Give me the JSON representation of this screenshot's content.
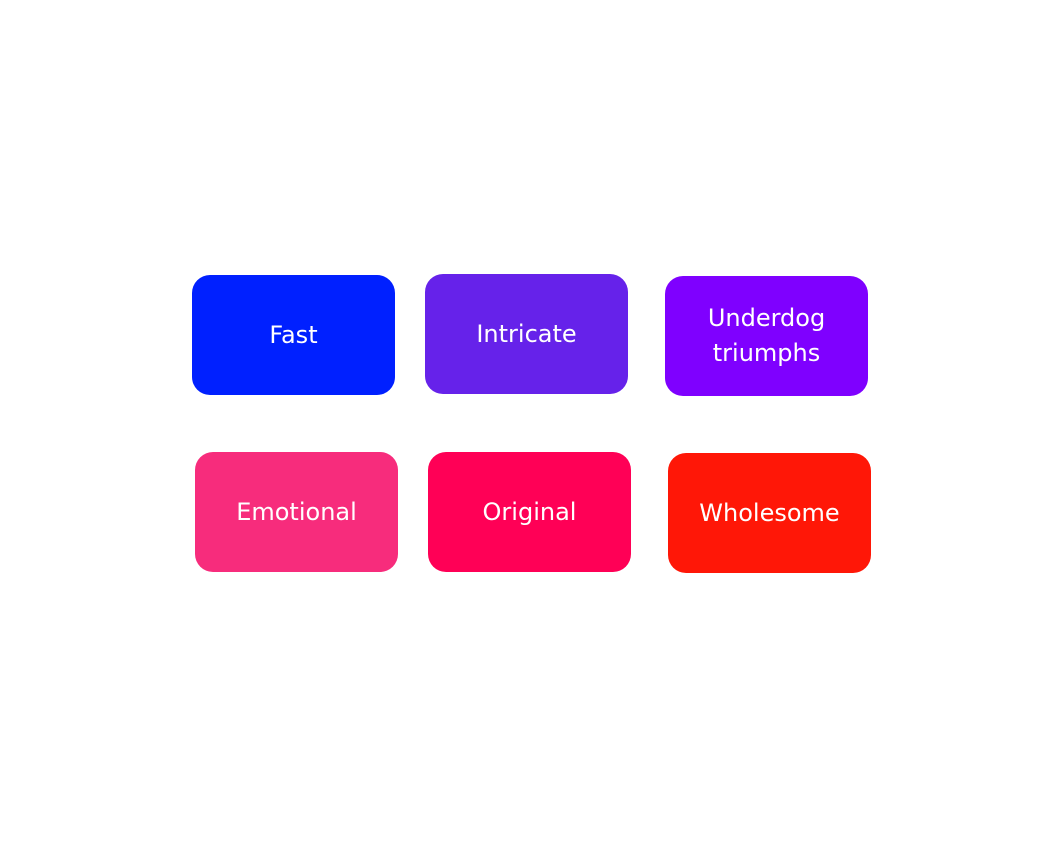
{
  "tiles": [
    {
      "label": "Fast",
      "color": "#0020FF"
    },
    {
      "label": "Intricate",
      "color": "#6622EA"
    },
    {
      "label": "Underdog triumphs",
      "color": "#7F00FF"
    },
    {
      "label": "Emotional",
      "color": "#F72C7C"
    },
    {
      "label": "Original",
      "color": "#FF0056"
    },
    {
      "label": "Wholesome",
      "color": "#FF1707"
    }
  ]
}
